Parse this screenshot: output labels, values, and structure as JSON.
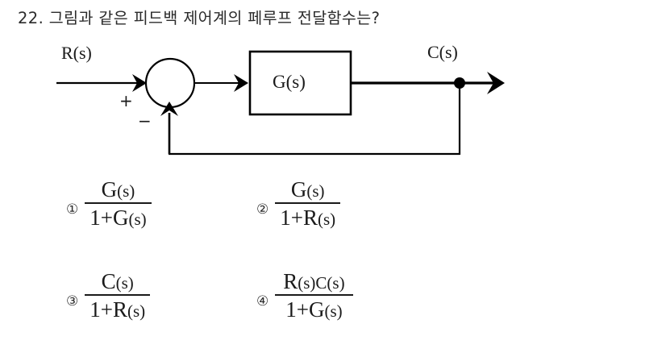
{
  "question": {
    "number": "22.",
    "text": "그림과 같은 피드백 제어계의 페루프 전달함수는?",
    "full": "22. 그림과 같은 피드백 제어계의 페루프 전달함수는?"
  },
  "diagram": {
    "type": "feedback-control-block-diagram",
    "input_label": "R(s)",
    "output_label": "C(s)",
    "block_label": "G(s)",
    "summing_positive_sign": "+",
    "summing_negative_sign": "−",
    "line_color": "#000000",
    "block_fill": "#ffffff"
  },
  "options": [
    {
      "marker": "①",
      "numerator_main": "G",
      "numerator_arg": "(s)",
      "denominator_main": "1+G",
      "denominator_arg": "(s)",
      "numerator": "G(s)",
      "denominator": "1+G(s)"
    },
    {
      "marker": "②",
      "numerator_main": "G",
      "numerator_arg": "(s)",
      "denominator_main": "1+R",
      "denominator_arg": "(s)",
      "numerator": "G(s)",
      "denominator": "1+R(s)"
    },
    {
      "marker": "③",
      "numerator_main": "C",
      "numerator_arg": "(s)",
      "denominator_main": "1+R",
      "denominator_arg": "(s)",
      "numerator": "C(s)",
      "denominator": "1+R(s)"
    },
    {
      "marker": "④",
      "numerator_main": "R",
      "numerator_arg": "(s)C(s)",
      "denominator_main": "1+G",
      "denominator_arg": "(s)",
      "numerator": "R(s)C(s)",
      "denominator": "1+G(s)"
    }
  ]
}
